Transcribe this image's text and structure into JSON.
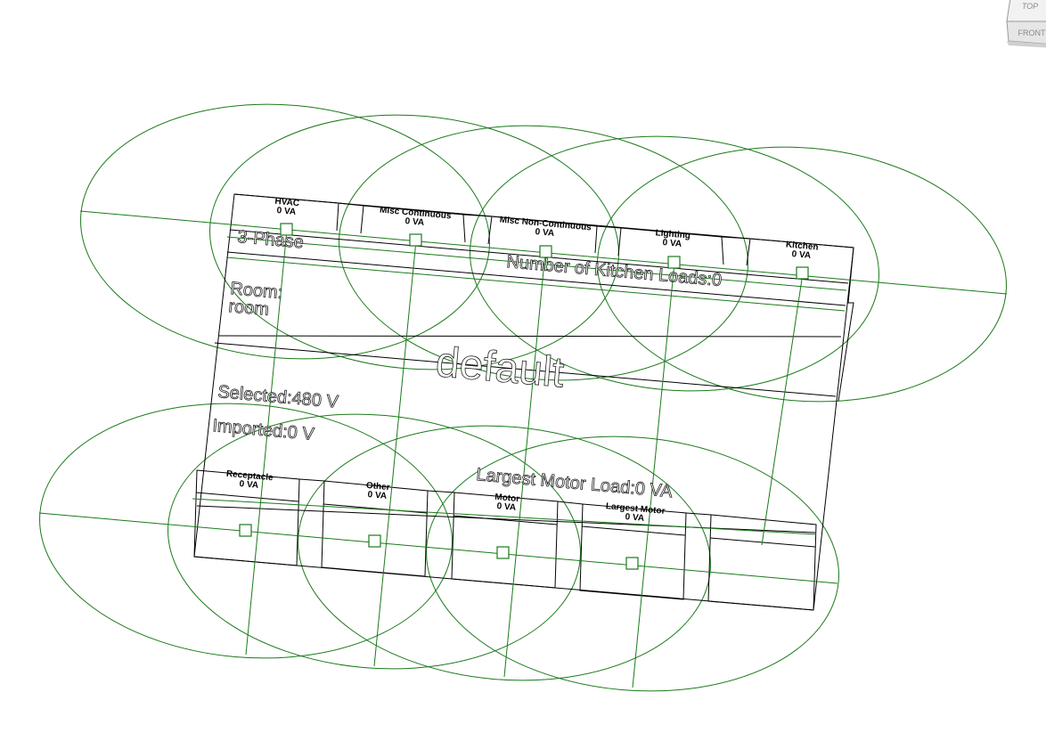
{
  "view_cube": {
    "top_label": "TOP",
    "front_label": "FRONT"
  },
  "panel": {
    "phase_label": "3-Phase",
    "room_label": "Room:",
    "room_value": "room",
    "name": "default",
    "selected_voltage": "Selected:480 V",
    "imported_voltage": "Imported:0 V",
    "kitchen_loads": "Number of Kitchen Loads:0",
    "largest_motor_load": "Largest Motor Load:0 VA"
  },
  "top_connectors": [
    {
      "name": "HVAC",
      "value": "0 VA"
    },
    {
      "name": "Misc Continuous",
      "value": "0 VA"
    },
    {
      "name": "Misc Non-Continuous",
      "value": "0 VA"
    },
    {
      "name": "Lighting",
      "value": "0 VA"
    },
    {
      "name": "Kitchen",
      "value": "0 VA"
    }
  ],
  "bottom_connectors": [
    {
      "name": "Receptacle",
      "value": "0 VA"
    },
    {
      "name": "Other",
      "value": "0 VA"
    },
    {
      "name": "Motor",
      "value": "0 VA"
    },
    {
      "name": "Largest Motor",
      "value": "0 VA"
    }
  ],
  "colors": {
    "edges": "#000000",
    "connector_lines": "#1a7a1a",
    "background": "#ffffff"
  }
}
